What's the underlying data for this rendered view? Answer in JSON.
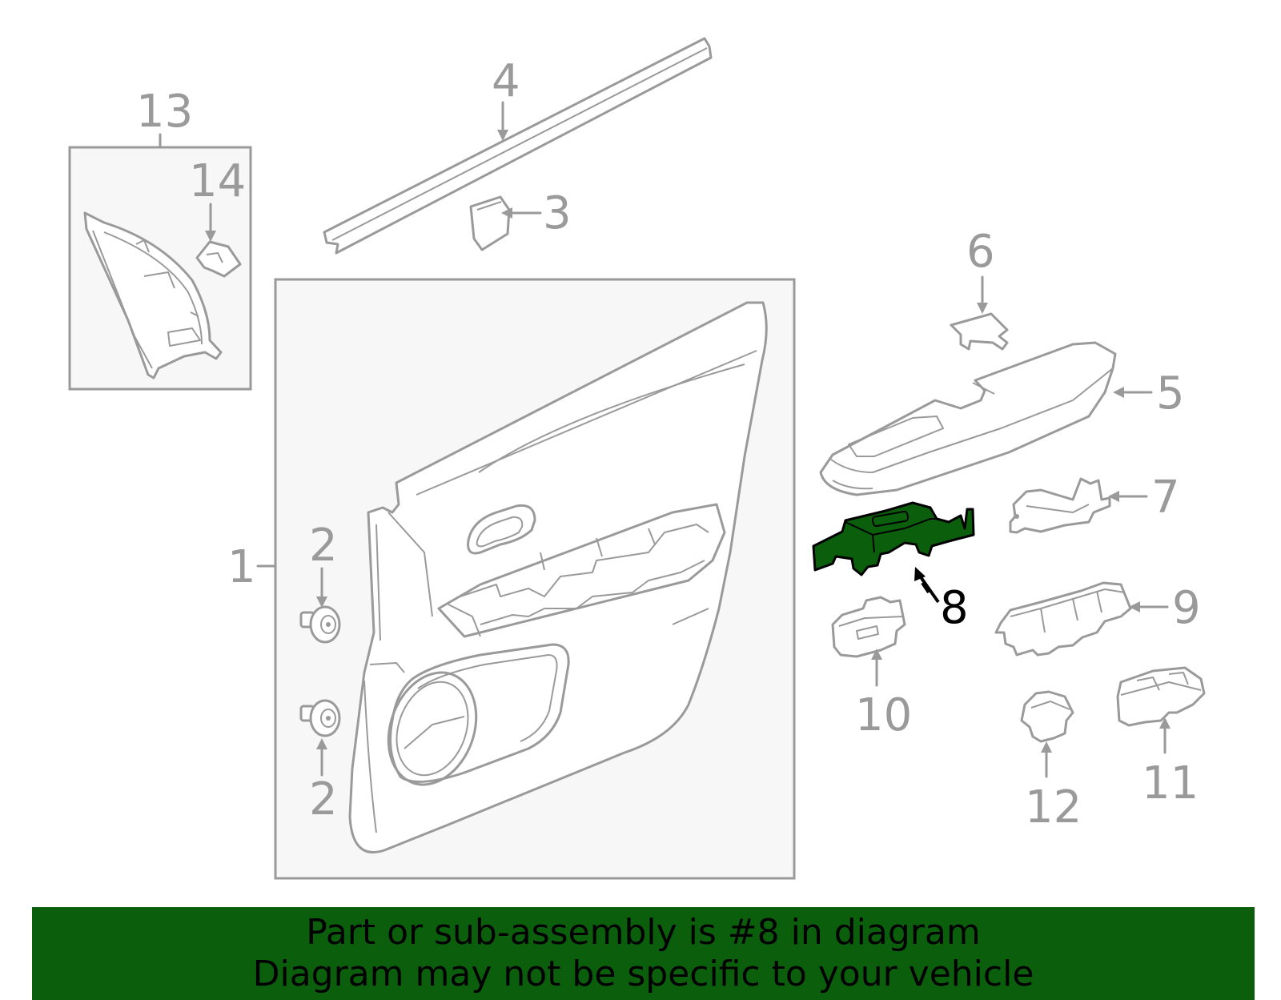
{
  "diagram": {
    "callouts": [
      {
        "id": "1",
        "label": "1"
      },
      {
        "id": "2a",
        "label": "2"
      },
      {
        "id": "2b",
        "label": "2"
      },
      {
        "id": "3",
        "label": "3"
      },
      {
        "id": "4",
        "label": "4"
      },
      {
        "id": "5",
        "label": "5"
      },
      {
        "id": "6",
        "label": "6"
      },
      {
        "id": "7",
        "label": "7"
      },
      {
        "id": "8",
        "label": "8"
      },
      {
        "id": "9",
        "label": "9"
      },
      {
        "id": "10",
        "label": "10"
      },
      {
        "id": "11",
        "label": "11"
      },
      {
        "id": "12",
        "label": "12"
      },
      {
        "id": "13",
        "label": "13"
      },
      {
        "id": "14",
        "label": "14"
      }
    ],
    "highlighted_part": "8",
    "colors": {
      "line": "#9a9a9a",
      "panel_fill": "#f7f7f7",
      "highlight_fill": "#0b5e0b",
      "banner_bg": "#0b5e0b",
      "banner_text": "#000000"
    }
  },
  "banner": {
    "line1": "Part or sub-assembly is #8 in diagram",
    "line2": "Diagram may not be specific to your vehicle"
  }
}
